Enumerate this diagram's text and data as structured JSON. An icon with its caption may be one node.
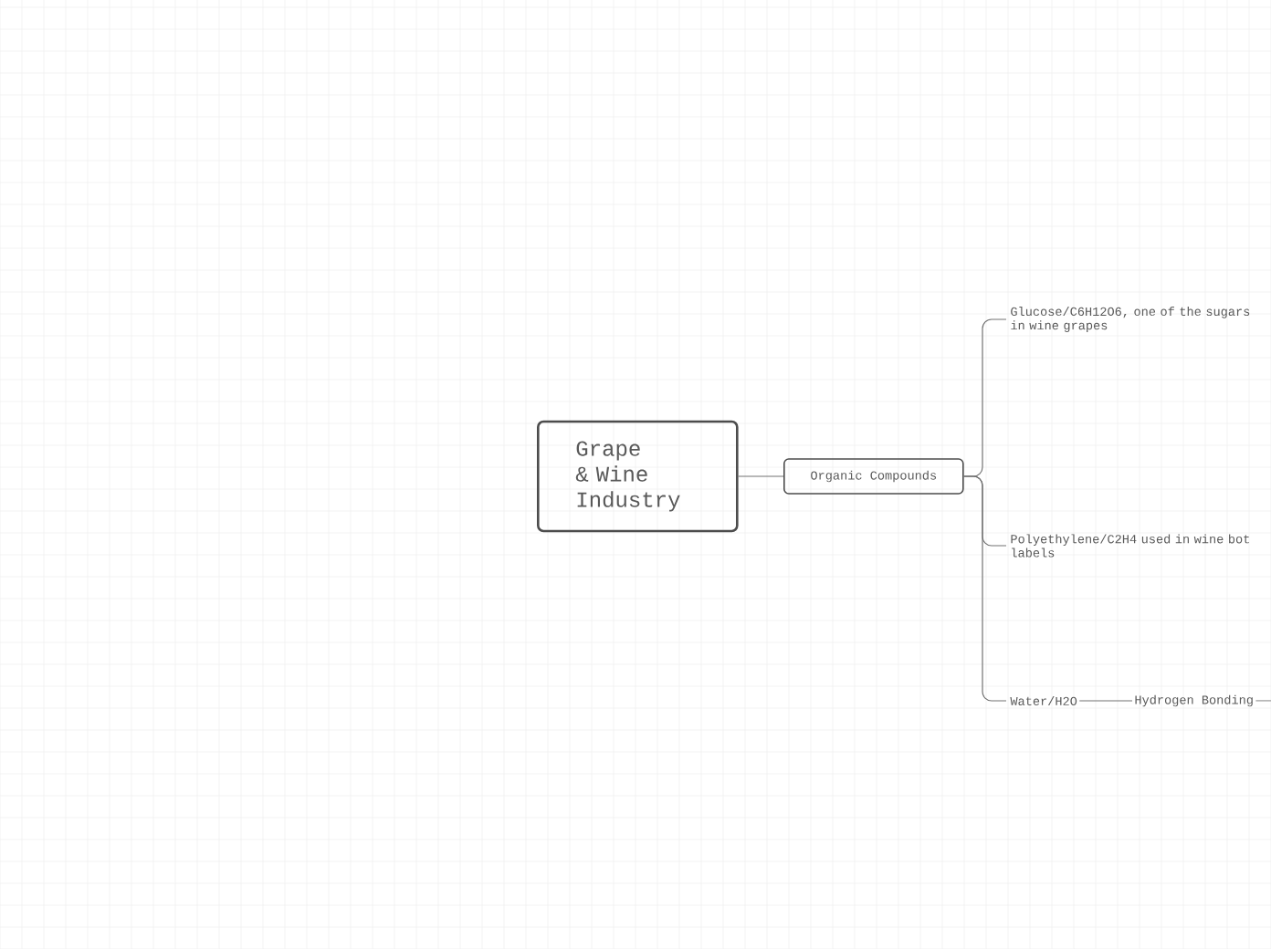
{
  "diagram": {
    "nodes": [
      {
        "text": [
          "Grape & Wine Industry"
        ]
      },
      {
        "text": [
          "Organic Compounds"
        ]
      },
      {
        "text": [
          "Glucose/C6H12O6, one of the sugars in wine grapes"
        ]
      },
      {
        "text": [
          "Polyethylene/C2H4 used in wine bot labels"
        ]
      },
      {
        "text": [
          "Water/H2O"
        ]
      },
      {
        "text": [
          "Hydrogen Bonding"
        ]
      }
    ],
    "edges": [
      {
        "from": 0,
        "to": 1,
        "arrow": "none"
      },
      {
        "from": 1,
        "to": 2,
        "arrow": "none"
      },
      {
        "from": 1,
        "to": 3,
        "arrow": "none"
      },
      {
        "from": 1,
        "to": 4,
        "arrow": "none"
      },
      {
        "from": 4,
        "to": 5,
        "arrow": "none"
      },
      {
        "from": 5,
        "to": null,
        "arrow": "none"
      }
    ]
  }
}
